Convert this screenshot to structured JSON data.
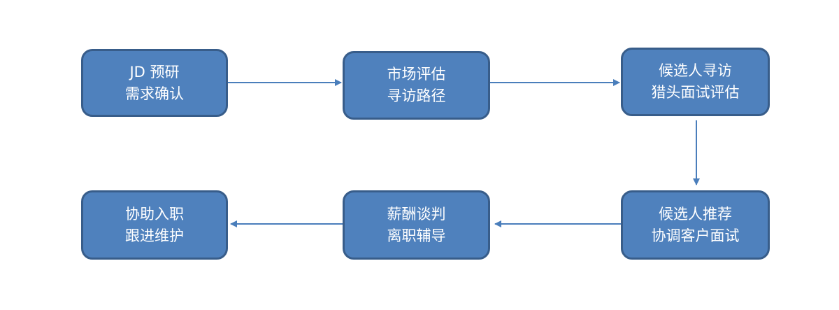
{
  "steps": [
    {
      "line1": "JD 预研",
      "line2": "需求确认"
    },
    {
      "line1": "市场评估",
      "line2": "寻访路径"
    },
    {
      "line1": "候选人寻访",
      "line2": "猎头面试评估"
    },
    {
      "line1": "候选人推荐",
      "line2": "协调客户面试"
    },
    {
      "line1": "薪酬谈判",
      "line2": "离职辅导"
    },
    {
      "line1": "协助入职",
      "line2": "跟进维护"
    }
  ],
  "colors": {
    "fill": "#4f81bd",
    "border": "#385d8a",
    "arrow": "#4a7ebb"
  }
}
